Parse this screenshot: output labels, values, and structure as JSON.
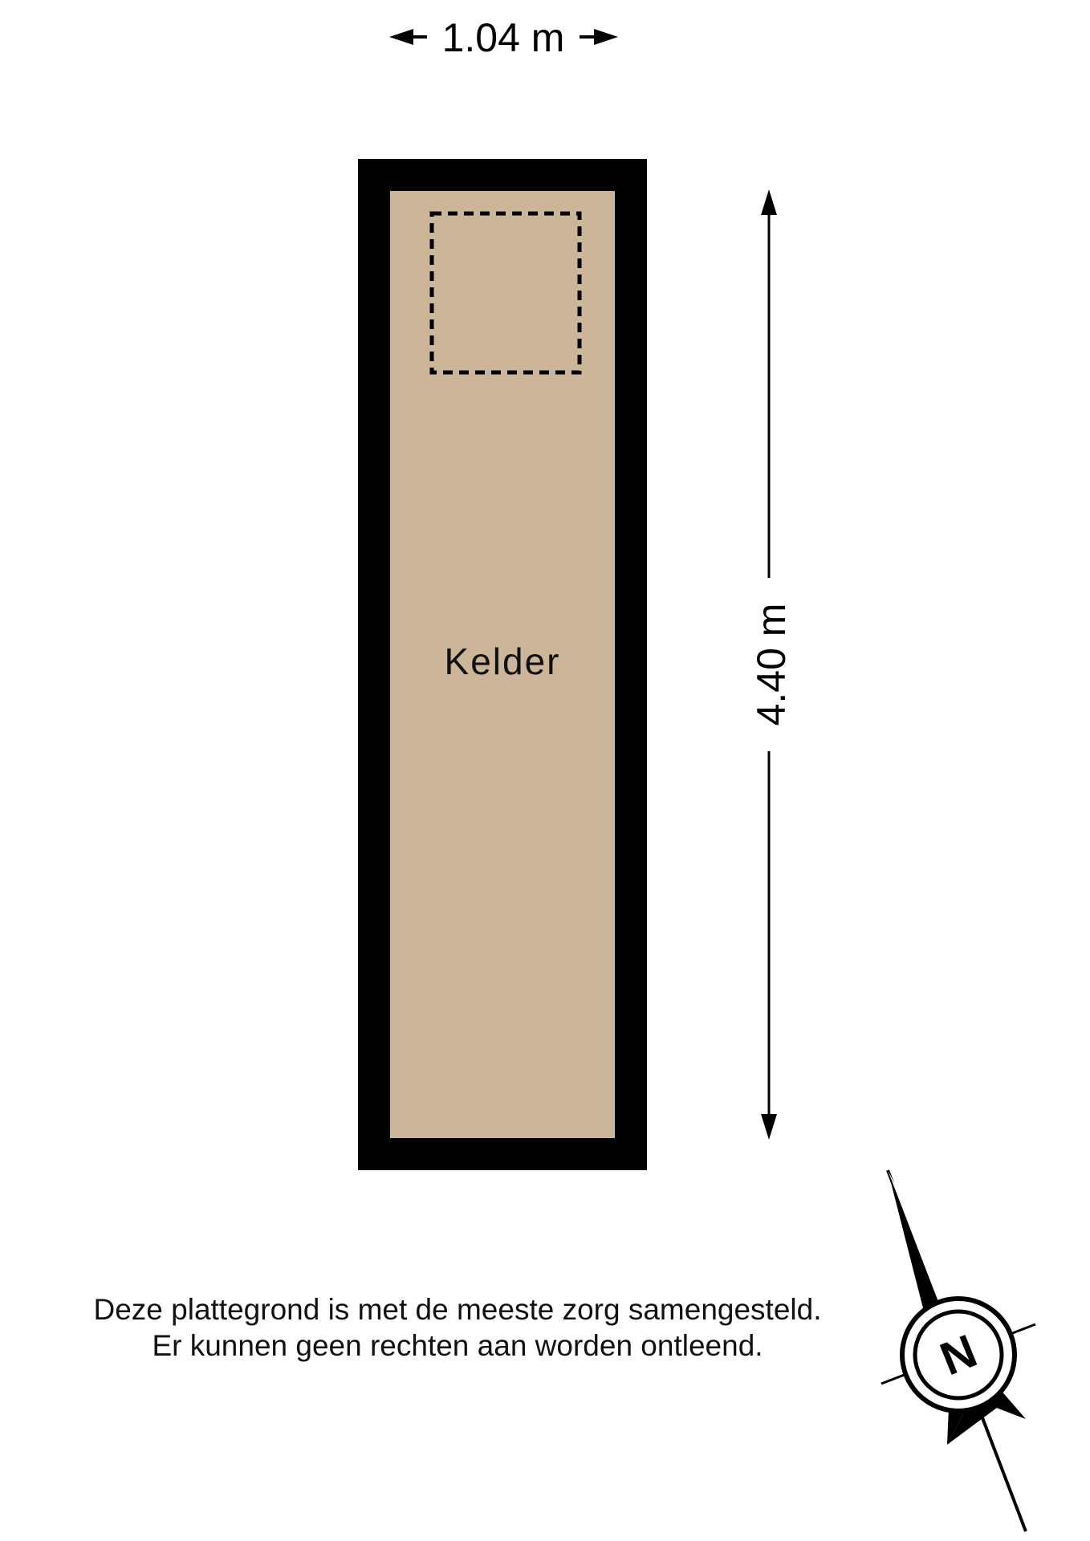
{
  "dimensions": {
    "width_label": "1.04 m",
    "length_label": "4.40 m"
  },
  "room": {
    "name": "Kelder",
    "fill_color": "#cdb59a",
    "wall_color": "#000000"
  },
  "compass": {
    "letter": "N"
  },
  "disclaimer": {
    "line1": "Deze plattegrond is met de meeste zorg samengesteld.",
    "line2": "Er kunnen geen rechten aan worden ontleend."
  }
}
